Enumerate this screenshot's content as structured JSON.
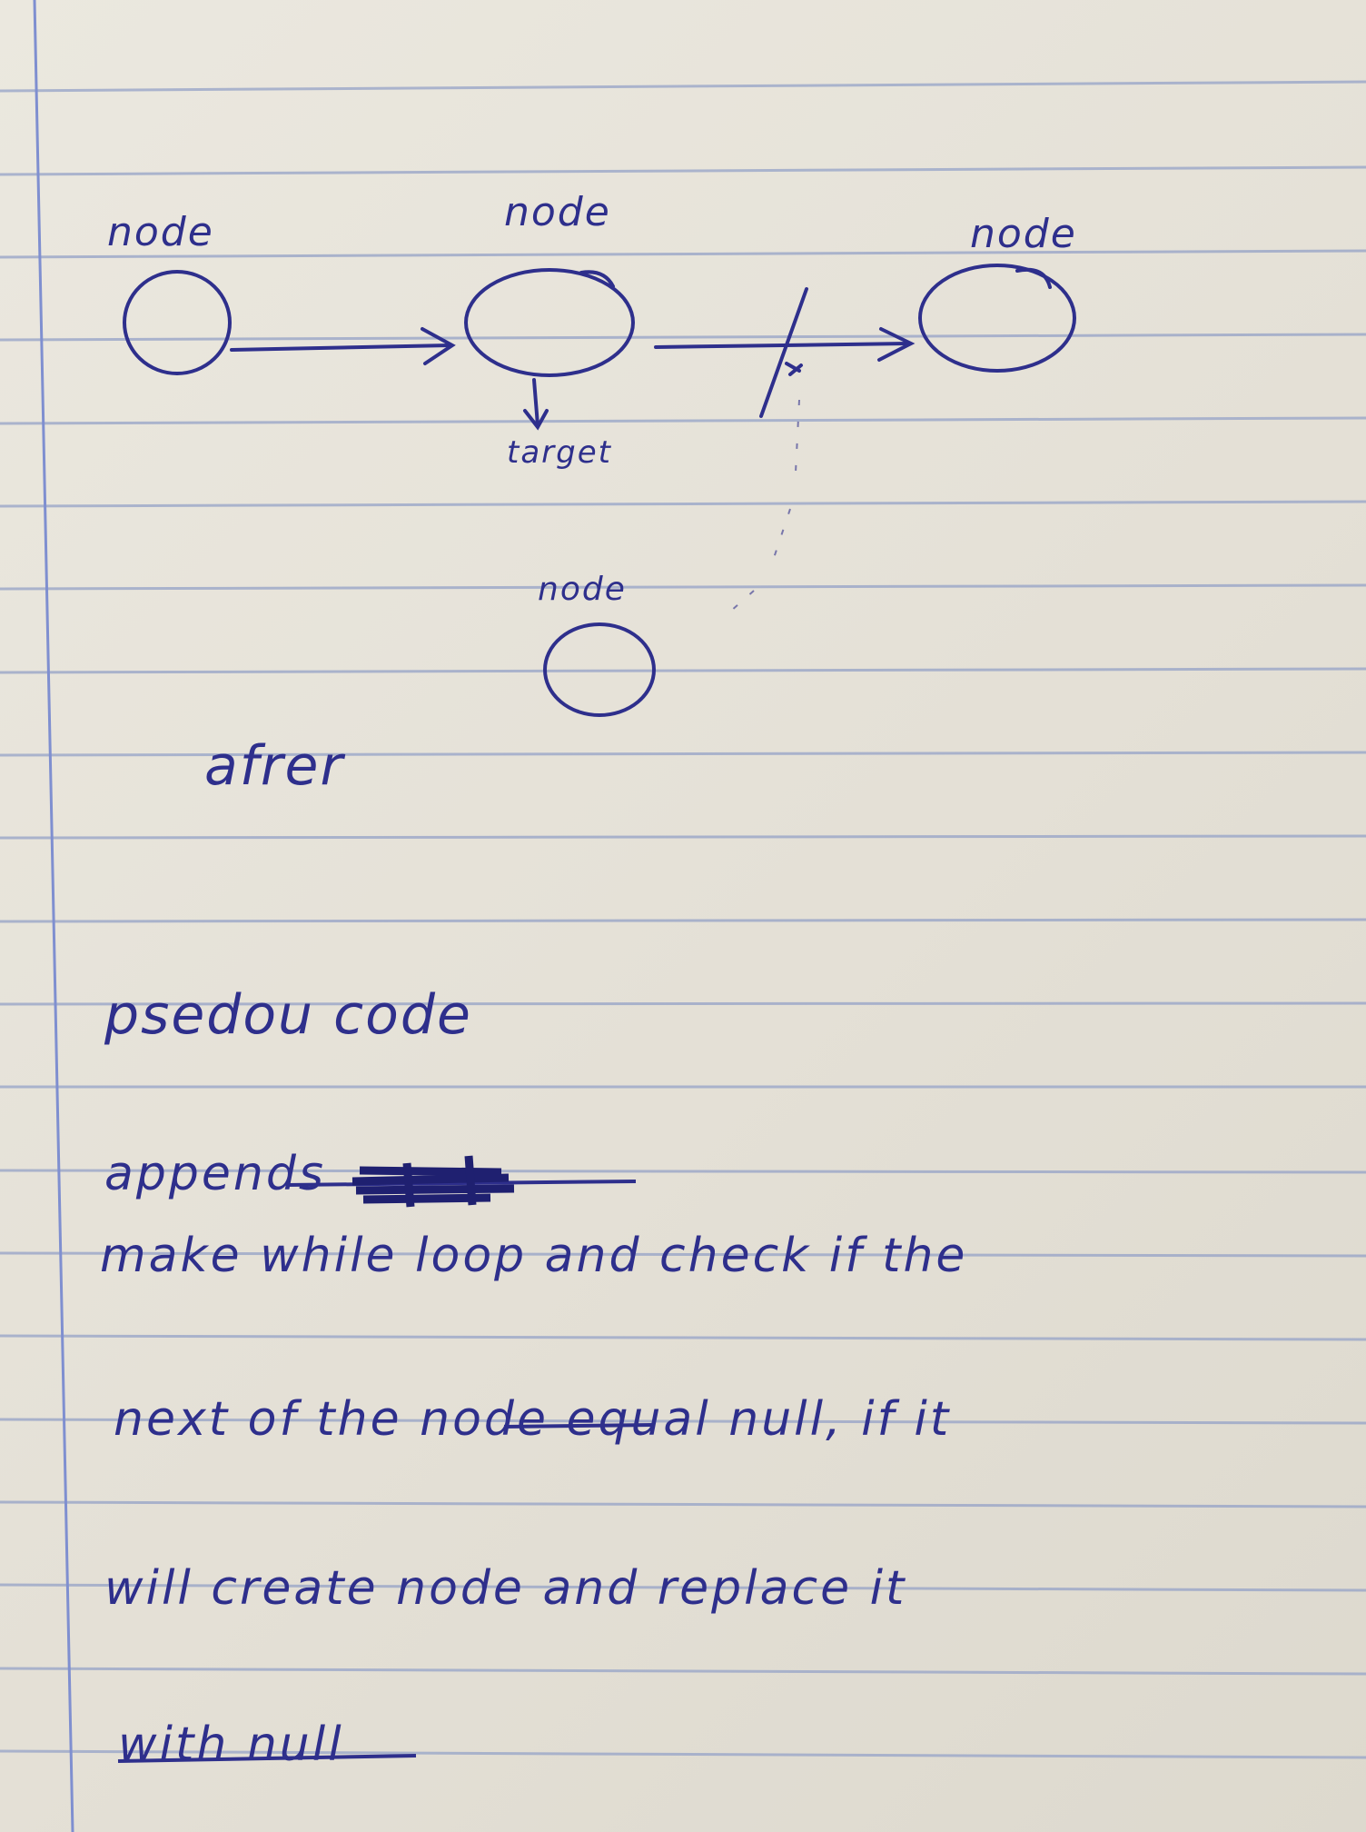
{
  "diagram": {
    "node_labels": [
      "node",
      "node",
      "node",
      "node"
    ],
    "target_label": "target"
  },
  "notes": {
    "after": "afrer",
    "pseudo_title": "psedou code",
    "append": "appends",
    "lines": [
      "make  while loop  and check  if the",
      "next of the node  equal  null,  if  it",
      "will   create node   and replace  it",
      "with  null"
    ]
  },
  "colors": {
    "ink": "#2e2f8c",
    "rule": "#9aa6c8",
    "margin": "#7f8fd0"
  }
}
